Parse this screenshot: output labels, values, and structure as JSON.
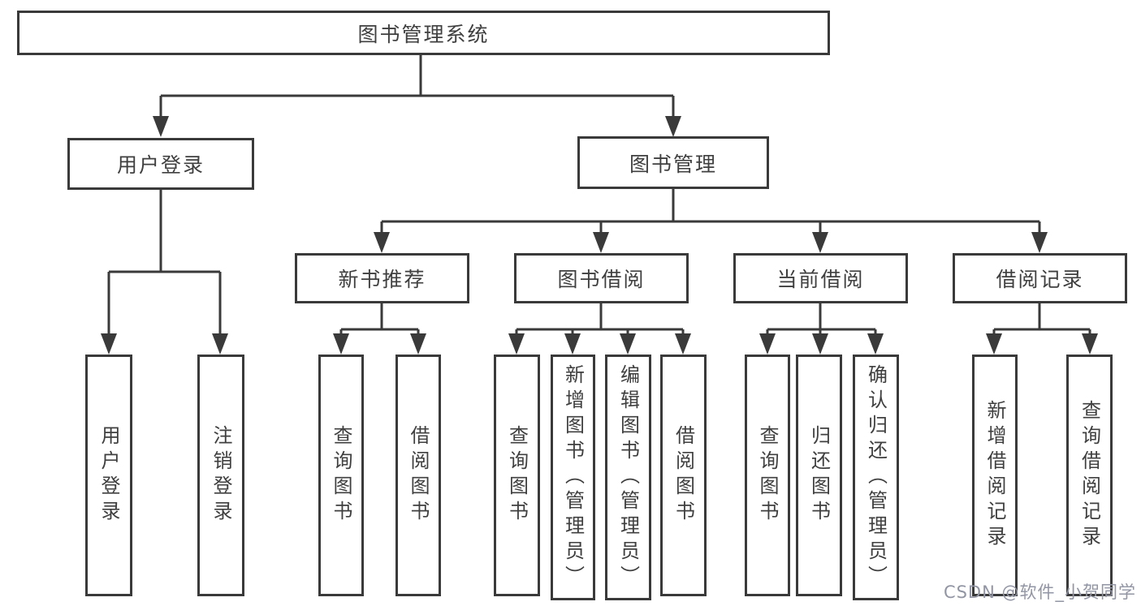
{
  "tree": {
    "label": "图书管理系统",
    "children": [
      {
        "label": "用户登录",
        "children": [
          {
            "label": "用户登录"
          },
          {
            "label": "注销登录"
          }
        ]
      },
      {
        "label": "图书管理",
        "children": [
          {
            "label": "新书推荐",
            "children": [
              {
                "label": "查询图书"
              },
              {
                "label": "借阅图书"
              }
            ]
          },
          {
            "label": "图书借阅",
            "children": [
              {
                "label": "查询图书"
              },
              {
                "label": "新增图书（管理员）"
              },
              {
                "label": "编辑图书（管理员）"
              },
              {
                "label": "借阅图书"
              }
            ]
          },
          {
            "label": "当前借阅",
            "children": [
              {
                "label": "查询图书"
              },
              {
                "label": "归还图书"
              },
              {
                "label": "确认归还（管理员）"
              }
            ]
          },
          {
            "label": "借阅记录",
            "children": [
              {
                "label": "新增借阅记录"
              },
              {
                "label": "查询借阅记录"
              }
            ]
          }
        ]
      }
    ]
  },
  "watermark": "CSDN @软件_小贺同学",
  "colors": {
    "line": "#3a3a3a",
    "text": "#3f3f3f",
    "box_background": "#ffffff",
    "page_background": "#ffffff",
    "watermark": "#9295a3"
  }
}
